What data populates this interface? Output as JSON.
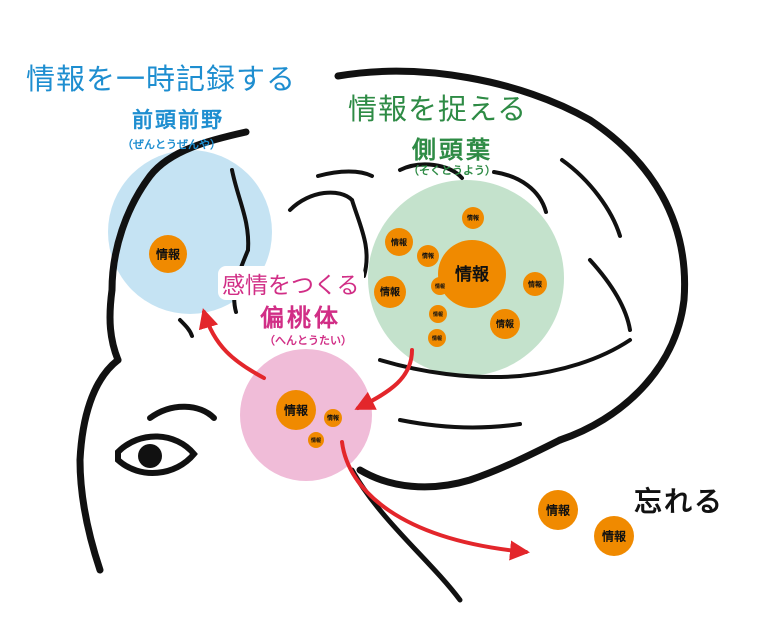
{
  "colors": {
    "prefrontal": "#1e8ed0",
    "temporal": "#2e8b45",
    "amygdala": "#d12e86",
    "info_dot": "#f08a00",
    "arrow": "#e3262b",
    "outline": "#111111"
  },
  "labels": {
    "prefrontal_role": "情報を一時記録する",
    "prefrontal_name": "前頭前野",
    "prefrontal_reading": "（ぜんとうぜんや）",
    "temporal_role": "情報を捉える",
    "temporal_name": "側頭葉",
    "temporal_reading": "（そくとうよう）",
    "amygdala_role": "感情をつくる",
    "amygdala_name": "偏桃体",
    "amygdala_reading": "（へんとうたい）",
    "forget": "忘れる"
  },
  "info_token": "情報"
}
